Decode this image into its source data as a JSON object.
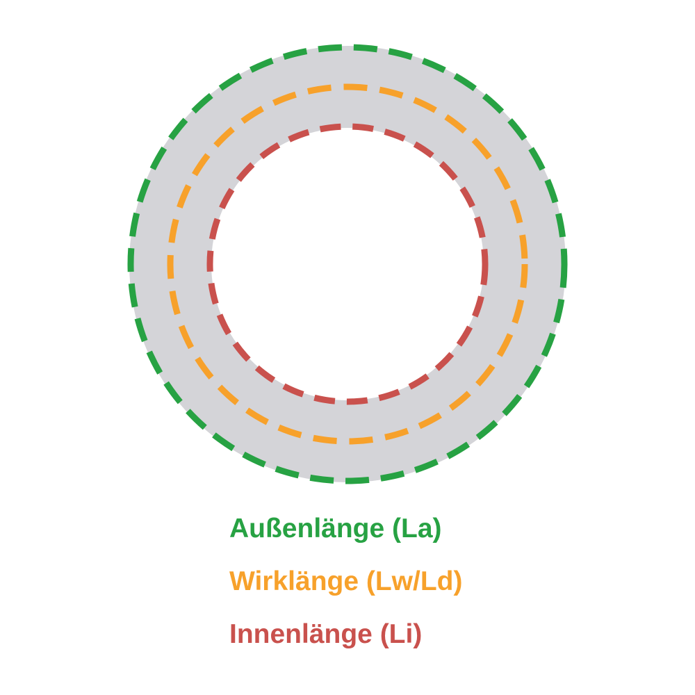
{
  "diagram": {
    "type": "v-belt-length-diagram",
    "colors": {
      "ring": "#d4d4d8",
      "outer": "#27a243",
      "effective": "#f7a12b",
      "inner": "#c9514d",
      "background": "#ffffff"
    },
    "labels": [
      {
        "text": "Außenlänge (La)",
        "color": "#27a243"
      },
      {
        "text": "Wirklänge (Lw/Ld)",
        "color": "#f7a12b"
      },
      {
        "text": "Innenlänge (Li)",
        "color": "#c9514d"
      }
    ]
  }
}
